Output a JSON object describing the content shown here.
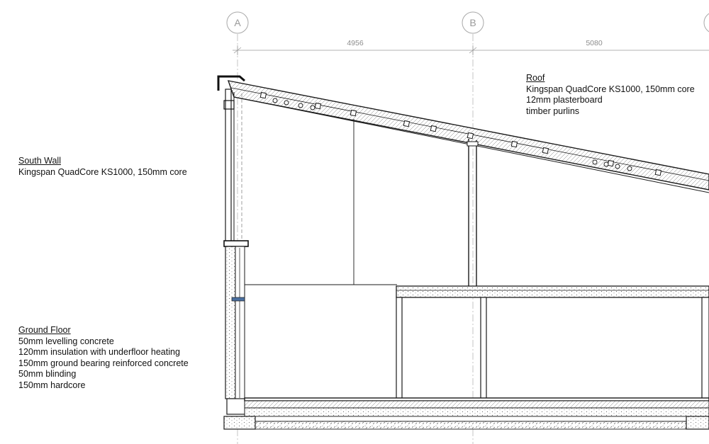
{
  "grid": {
    "a_label": "A",
    "b_label": "B"
  },
  "dimensions": {
    "a_to_b": "4956",
    "b_to_c": "5080"
  },
  "notes": {
    "roof": {
      "title": "Roof",
      "lines": [
        "Kingspan QuadCore KS1000, 150mm core",
        "12mm plasterboard",
        "timber purlins"
      ]
    },
    "south_wall": {
      "title": "South Wall",
      "lines": [
        "Kingspan QuadCore KS1000, 150mm core"
      ]
    },
    "ground_floor": {
      "title": "Ground Floor",
      "lines": [
        "50mm levelling concrete",
        "120mm insulation with underfloor heating",
        "150mm ground bearing reinforced concrete",
        "50mm blinding",
        "150mm hardcore"
      ]
    }
  },
  "colors": {
    "line": "#1a1a1a",
    "grid_line": "#b0b0b0",
    "hatch": "#555555"
  }
}
